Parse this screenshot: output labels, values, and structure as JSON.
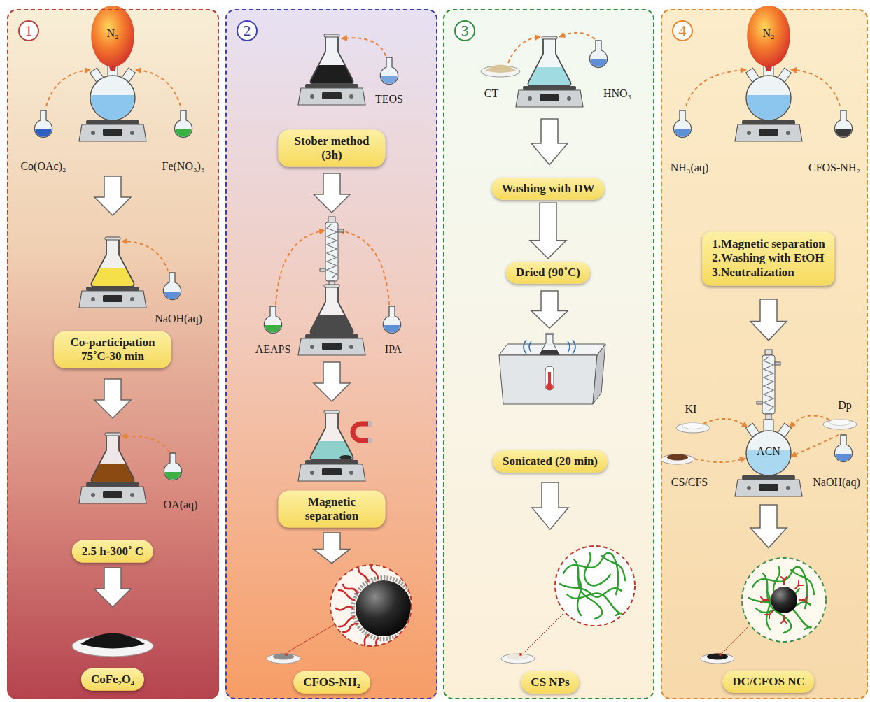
{
  "diagram": {
    "nodes": [
      {
        "text": [
          "1"
        ]
      },
      {
        "text": [
          "Co-participation 75˚C-30 min"
        ],
        "in": 0
      },
      {
        "text": [
          "2.5 h-300˚ C"
        ],
        "in": 0
      },
      {
        "text": [
          "CoFe₂O₄"
        ],
        "in": 0
      },
      {
        "text": [
          "2"
        ]
      },
      {
        "text": [
          "Stober method (3h)"
        ],
        "in": 4
      },
      {
        "text": [
          "Magnetic separation"
        ],
        "in": 4
      },
      {
        "text": [
          "CFOS-NH₂"
        ],
        "in": 4
      },
      {
        "text": [
          "3"
        ]
      },
      {
        "text": [
          "Washing with DW"
        ],
        "in": 8
      },
      {
        "text": [
          "Dried (90˚C)"
        ],
        "in": 8
      },
      {
        "text": [
          "Sonicated (20 min)"
        ],
        "in": 8
      },
      {
        "text": [
          "CS NPs"
        ],
        "in": 8
      },
      {
        "text": [
          "4"
        ]
      },
      {
        "text": [
          "1.Magnetic separation",
          "2.Washing with EtOH",
          "3.Neutralization"
        ],
        "in": 13
      },
      {
        "text": [
          "DC/CFOS NC"
        ],
        "in": 13
      }
    ],
    "edges": [
      {
        "from": 9,
        "to": 10,
        "arrow": "to"
      }
    ],
    "labels": [
      "N₂",
      "Co(OAc)₂",
      "Fe(NO₃)₃",
      "NaOH(aq)",
      "OA(aq)",
      "TEOS",
      "AEAPS",
      "IPA",
      "CT",
      "HNO₃",
      "N₂",
      "NH₃(aq)",
      "CFOS-NH₂",
      "KI",
      "Dp",
      "ACN",
      "CS/CFS",
      "NaOH(aq)"
    ]
  }
}
